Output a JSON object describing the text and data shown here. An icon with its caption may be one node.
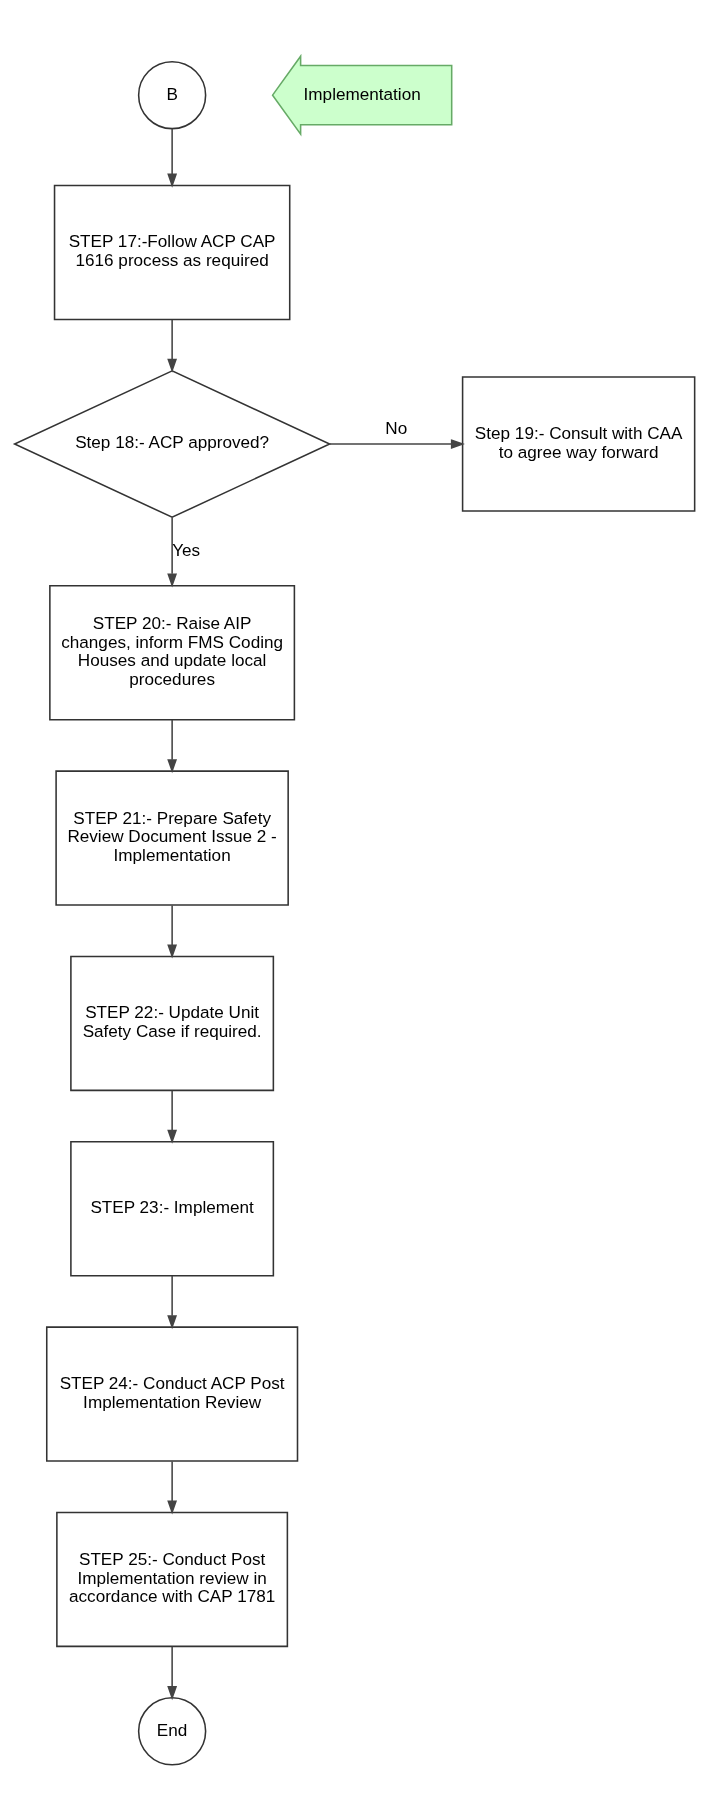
{
  "diagram": {
    "nodes": [
      {
        "text": [
          "B"
        ]
      },
      {
        "text": [
          "STEP 17:-Follow ACP CAP 1616 process as required"
        ]
      },
      {
        "text": [
          "Step 18:- ACP approved?"
        ]
      },
      {
        "text": [
          "Step 19:- Consult with CAA to agree way forward"
        ]
      },
      {
        "text": [
          "STEP 20:- Raise AIP changes, inform FMS Coding Houses and update local procedures"
        ]
      },
      {
        "text": [
          "STEP 21:- Prepare Safety Review Document Issue 2 - Implementation"
        ]
      },
      {
        "text": [
          "STEP 22:- Update Unit Safety Case if required."
        ]
      },
      {
        "text": [
          "STEP 23:- Implement"
        ]
      },
      {
        "text": [
          "STEP 24:- Conduct ACP Post Implementation Review"
        ]
      },
      {
        "text": [
          "STEP 25:- Conduct Post Implementation review in accordance with CAP 1781"
        ]
      },
      {
        "text": [
          "End"
        ]
      },
      {
        "text": [
          "Implementation"
        ]
      }
    ],
    "edges": [
      {
        "from": 0,
        "to": 1,
        "arrow": "to"
      },
      {
        "from": 1,
        "to": 2,
        "arrow": "to"
      },
      {
        "from": 2,
        "to": 3,
        "label": "No",
        "arrow": "to"
      },
      {
        "from": 2,
        "to": 4,
        "label": "Yes",
        "arrow": "to"
      },
      {
        "from": 4,
        "to": 5,
        "arrow": "to"
      },
      {
        "from": 5,
        "to": 6,
        "arrow": "to"
      },
      {
        "from": 6,
        "to": 7,
        "arrow": "to"
      },
      {
        "from": 7,
        "to": 8,
        "arrow": "to"
      },
      {
        "from": 8,
        "to": 9,
        "arrow": "to"
      },
      {
        "from": 9,
        "to": 10,
        "arrow": "to"
      }
    ]
  }
}
